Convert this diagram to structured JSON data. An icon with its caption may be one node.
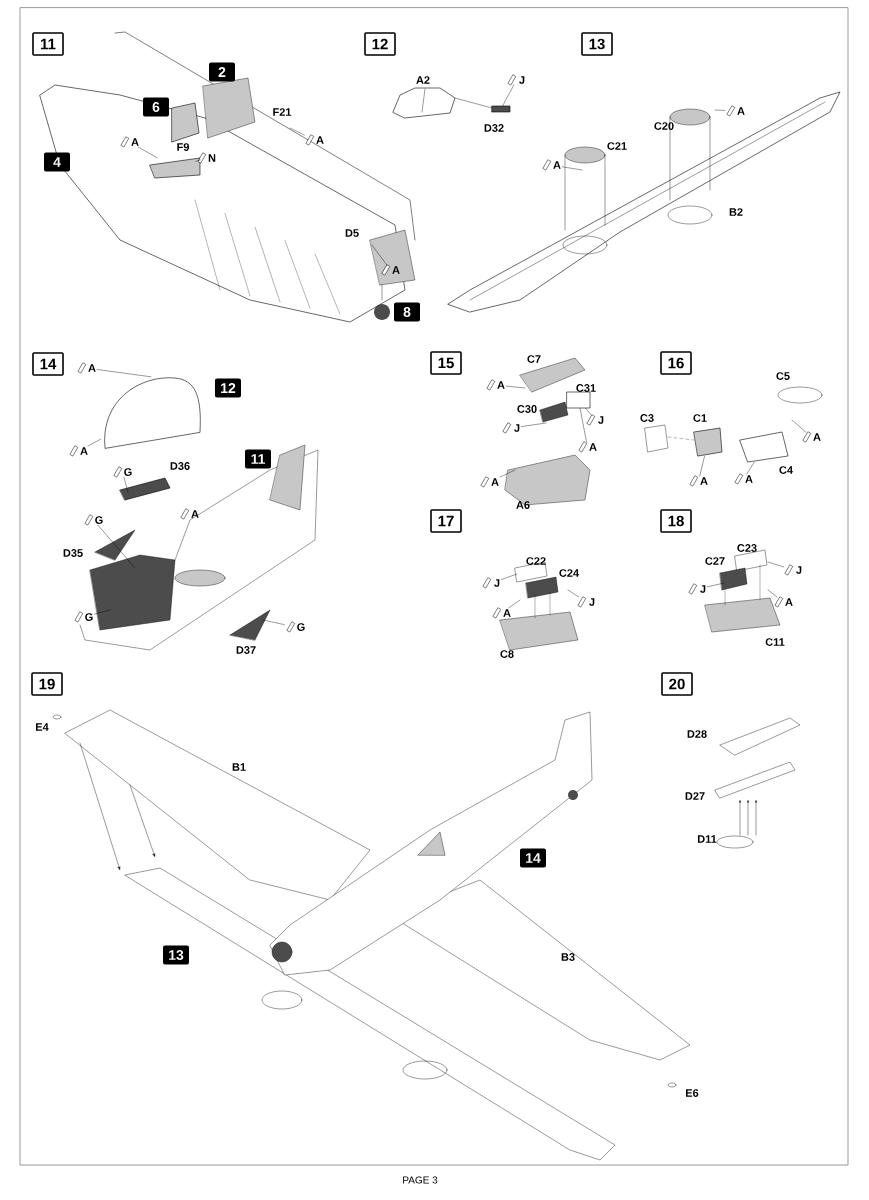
{
  "diagram": {
    "nodes": [
      {
        "text": [
          "A"
        ]
      },
      {
        "text": [
          "A"
        ]
      },
      {
        "text": [
          "N"
        ]
      },
      {
        "text": [
          "A"
        ]
      },
      {
        "text": [
          "J"
        ]
      },
      {
        "text": [
          "A"
        ]
      },
      {
        "text": [
          "A"
        ]
      },
      {
        "text": [
          "A"
        ]
      },
      {
        "text": [
          "A"
        ]
      },
      {
        "text": [
          "G"
        ]
      },
      {
        "text": [
          "A"
        ]
      },
      {
        "text": [
          "G"
        ]
      },
      {
        "text": [
          "G"
        ]
      },
      {
        "text": [
          "G"
        ]
      },
      {
        "text": [
          "A"
        ]
      },
      {
        "text": [
          "J"
        ]
      },
      {
        "text": [
          "J"
        ]
      },
      {
        "text": [
          "A"
        ]
      },
      {
        "text": [
          "A"
        ]
      },
      {
        "text": [
          "A"
        ]
      },
      {
        "text": [
          "A"
        ]
      },
      {
        "text": [
          "A"
        ]
      },
      {
        "text": [
          "J"
        ]
      },
      {
        "text": [
          "A"
        ]
      },
      {
        "text": [
          "J"
        ]
      },
      {
        "text": [
          "J"
        ]
      },
      {
        "text": [
          "J"
        ]
      },
      {
        "text": [
          "A"
        ]
      },
      {
        "text": [],
        "shape": "picture"
      },
      {
        "text": [],
        "shape": "box"
      },
      {
        "text": [],
        "shape": "picture"
      },
      {
        "text": [],
        "shape": "box"
      },
      {
        "text": [],
        "shape": "picture"
      },
      {
        "text": [],
        "shape": "picture"
      }
    ],
    "edges": [
      {
        "from": 0,
        "to": 28,
        "arrow": "none"
      },
      {
        "from": 1,
        "to": null,
        "arrow": "none"
      },
      {
        "from": 2,
        "to": 28,
        "arrow": "none"
      },
      {
        "from": 3,
        "to": null,
        "arrow": "none"
      },
      {
        "from": 4,
        "to": 29,
        "arrow": "none"
      },
      {
        "from": 5,
        "to": null,
        "arrow": "none"
      },
      {
        "from": 6,
        "to": null,
        "arrow": "none"
      },
      {
        "from": 7,
        "to": 30,
        "arrow": "none"
      },
      {
        "from": 8,
        "to": 30,
        "arrow": "none"
      },
      {
        "from": 9,
        "to": null,
        "arrow": "none"
      },
      {
        "from": 11,
        "to": null,
        "arrow": "none"
      },
      {
        "from": 12,
        "to": null,
        "arrow": "none"
      },
      {
        "from": 13,
        "to": null,
        "arrow": "none"
      },
      {
        "from": 14,
        "to": null,
        "arrow": "none"
      },
      {
        "from": 15,
        "to": null,
        "arrow": "none"
      },
      {
        "from": 16,
        "to": 31,
        "arrow": "none"
      },
      {
        "from": 17,
        "to": 31,
        "arrow": "none"
      },
      {
        "from": 18,
        "to": null,
        "arrow": "none"
      },
      {
        "from": 19,
        "to": null,
        "arrow": "none"
      },
      {
        "from": 20,
        "to": 32,
        "arrow": "none"
      },
      {
        "from": 21,
        "to": 33,
        "arrow": "none"
      },
      {
        "from": 22,
        "to": null,
        "arrow": "none"
      },
      {
        "from": 23,
        "to": null,
        "arrow": "none"
      },
      {
        "from": 24,
        "to": null,
        "arrow": "none"
      },
      {
        "from": 25,
        "to": null,
        "arrow": "none"
      },
      {
        "from": 26,
        "to": null,
        "arrow": "none"
      },
      {
        "from": 27,
        "to": null,
        "arrow": "none"
      }
    ],
    "labels": [
      "11",
      "12",
      "13",
      "2",
      "F21",
      "6",
      "F9",
      "4",
      "D5",
      "8",
      "A2",
      "D32",
      "C20",
      "C21",
      "B2",
      "14",
      "12",
      "D36",
      "11",
      "D35",
      "D37",
      "15",
      "C7",
      "C31",
      "C30",
      "A6",
      "16",
      "C5",
      "C3",
      "C1",
      "C4",
      "17",
      "C22",
      "C24",
      "C8",
      "18",
      "C27",
      "C23",
      "C11",
      "19",
      "20",
      "E4",
      "B1",
      "D28",
      "D27",
      "D11",
      "14",
      "13",
      "B3",
      "E6",
      "PAGE 3"
    ]
  }
}
